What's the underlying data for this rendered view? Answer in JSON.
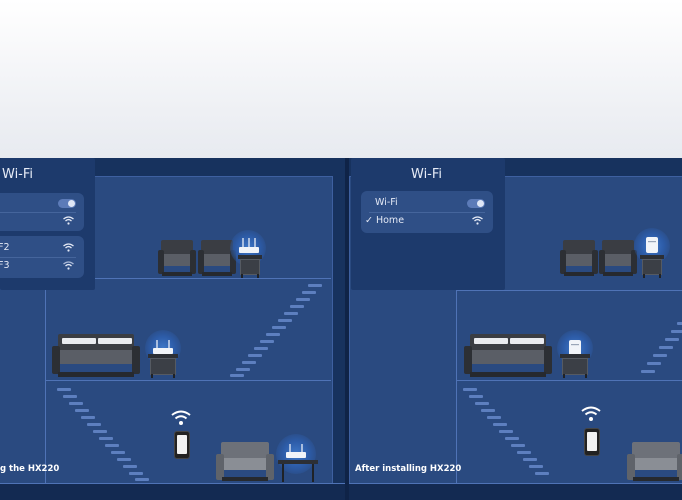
{
  "left_panel": {
    "title": "Wi-Fi",
    "networks": [
      "F2",
      "F3"
    ]
  },
  "right_panel": {
    "title": "Wi-Fi",
    "wifi_label": "Wi-Fi",
    "home_label": "✓ Home"
  },
  "captions": {
    "before": "g the HX220",
    "after": "After installing HX220"
  },
  "colors": {
    "scene_bg": "#17325e",
    "house_bg": "#2a4a80",
    "accent_line": "#4f73b6"
  },
  "icons": [
    "wifi-icon",
    "toggle-icon",
    "router-icon",
    "extender-icon",
    "phone-icon",
    "sofa-icon",
    "nightstand-icon"
  ]
}
